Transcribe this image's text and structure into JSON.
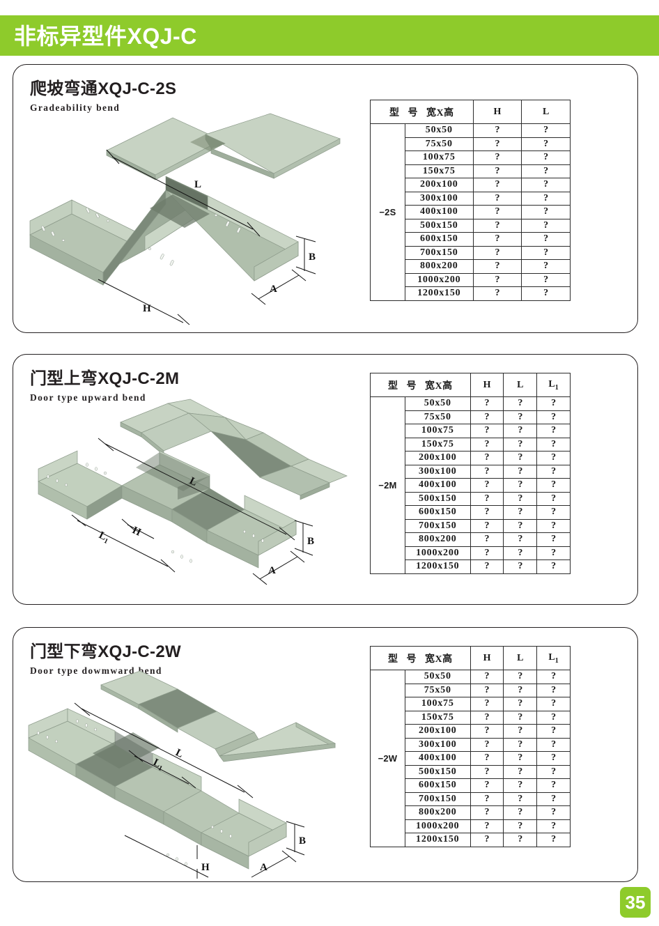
{
  "banner": {
    "title": "非标异型件XQJ-C"
  },
  "page": {
    "number": "35"
  },
  "table_headers": {
    "model_cn": "型",
    "model_cn2": "号",
    "model_dim": "宽X高",
    "h": "H",
    "l": "L",
    "l1": "L",
    "l1_sub": "1"
  },
  "sizes": [
    "50x50",
    "75x50",
    "100x75",
    "150x75",
    "200x100",
    "300x100",
    "400x100",
    "500x150",
    "600x150",
    "700x150",
    "800x200",
    "1000x200",
    "1200x150"
  ],
  "placeholder": "?",
  "sections": [
    {
      "title_cn": "爬坡弯通XQJ-C-2S",
      "title_en": "Gradeability bend",
      "series_label": "−2S",
      "columns": [
        "H",
        "L"
      ],
      "dim_labels": [
        "L",
        "B",
        "A",
        "H"
      ]
    },
    {
      "title_cn": "门型上弯XQJ-C-2M",
      "title_en": "Door type upward bend",
      "series_label": "−2M",
      "columns": [
        "H",
        "L",
        "L1"
      ],
      "dim_labels": [
        "L",
        "L1",
        "H",
        "B",
        "A"
      ]
    },
    {
      "title_cn": "门型下弯XQJ-C-2W",
      "title_en": "Door type dowmward bend",
      "series_label": "−2W",
      "columns": [
        "H",
        "L",
        "L1"
      ],
      "dim_labels": [
        "L",
        "L1",
        "B",
        "A",
        "H"
      ]
    }
  ],
  "colors": {
    "brand_green": "#8ECB2B",
    "ink": "#231f20",
    "tray_light": "#cdd8c9",
    "tray_mid": "#b4c2b0",
    "tray_dark": "#8d9c8b",
    "tray_shadow": "#6f7d6d",
    "tray_edge": "#7d8a7b"
  }
}
